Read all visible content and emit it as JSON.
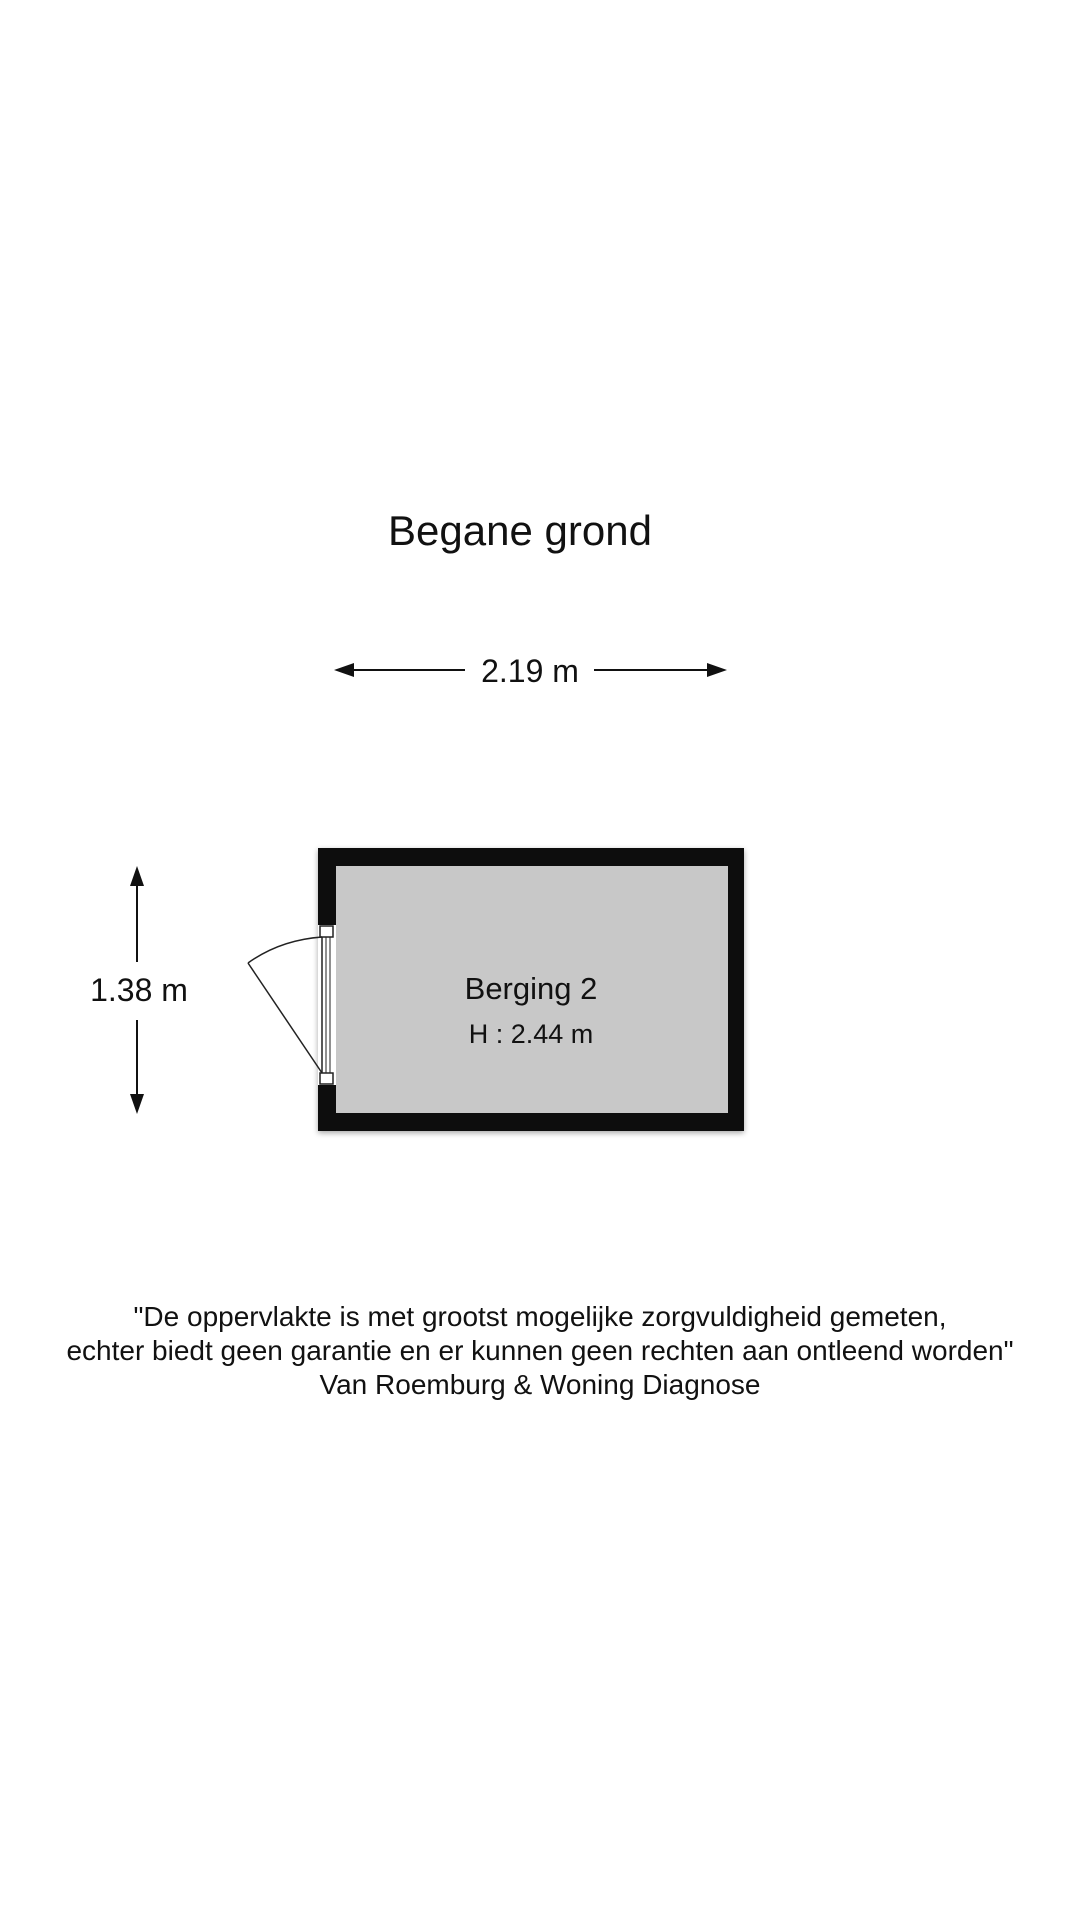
{
  "floor_title": "Begane grond",
  "dimensions": {
    "width_label": "2.19 m",
    "depth_label": "1.38 m"
  },
  "room": {
    "name": "Berging 2",
    "height_label": "H : 2.44 m"
  },
  "disclaimer": {
    "line1": "\"De oppervlakte is met grootst mogelijke zorgvuldigheid gemeten,",
    "line2": "echter biedt geen garantie en er kunnen geen rechten aan ontleend worden\"",
    "credit": "Van Roemburg & Woning Diagnose"
  },
  "colors": {
    "wall": "#0a0a0a",
    "floor": "#c8c8c8",
    "background": "#ffffff",
    "line": "#111111"
  }
}
